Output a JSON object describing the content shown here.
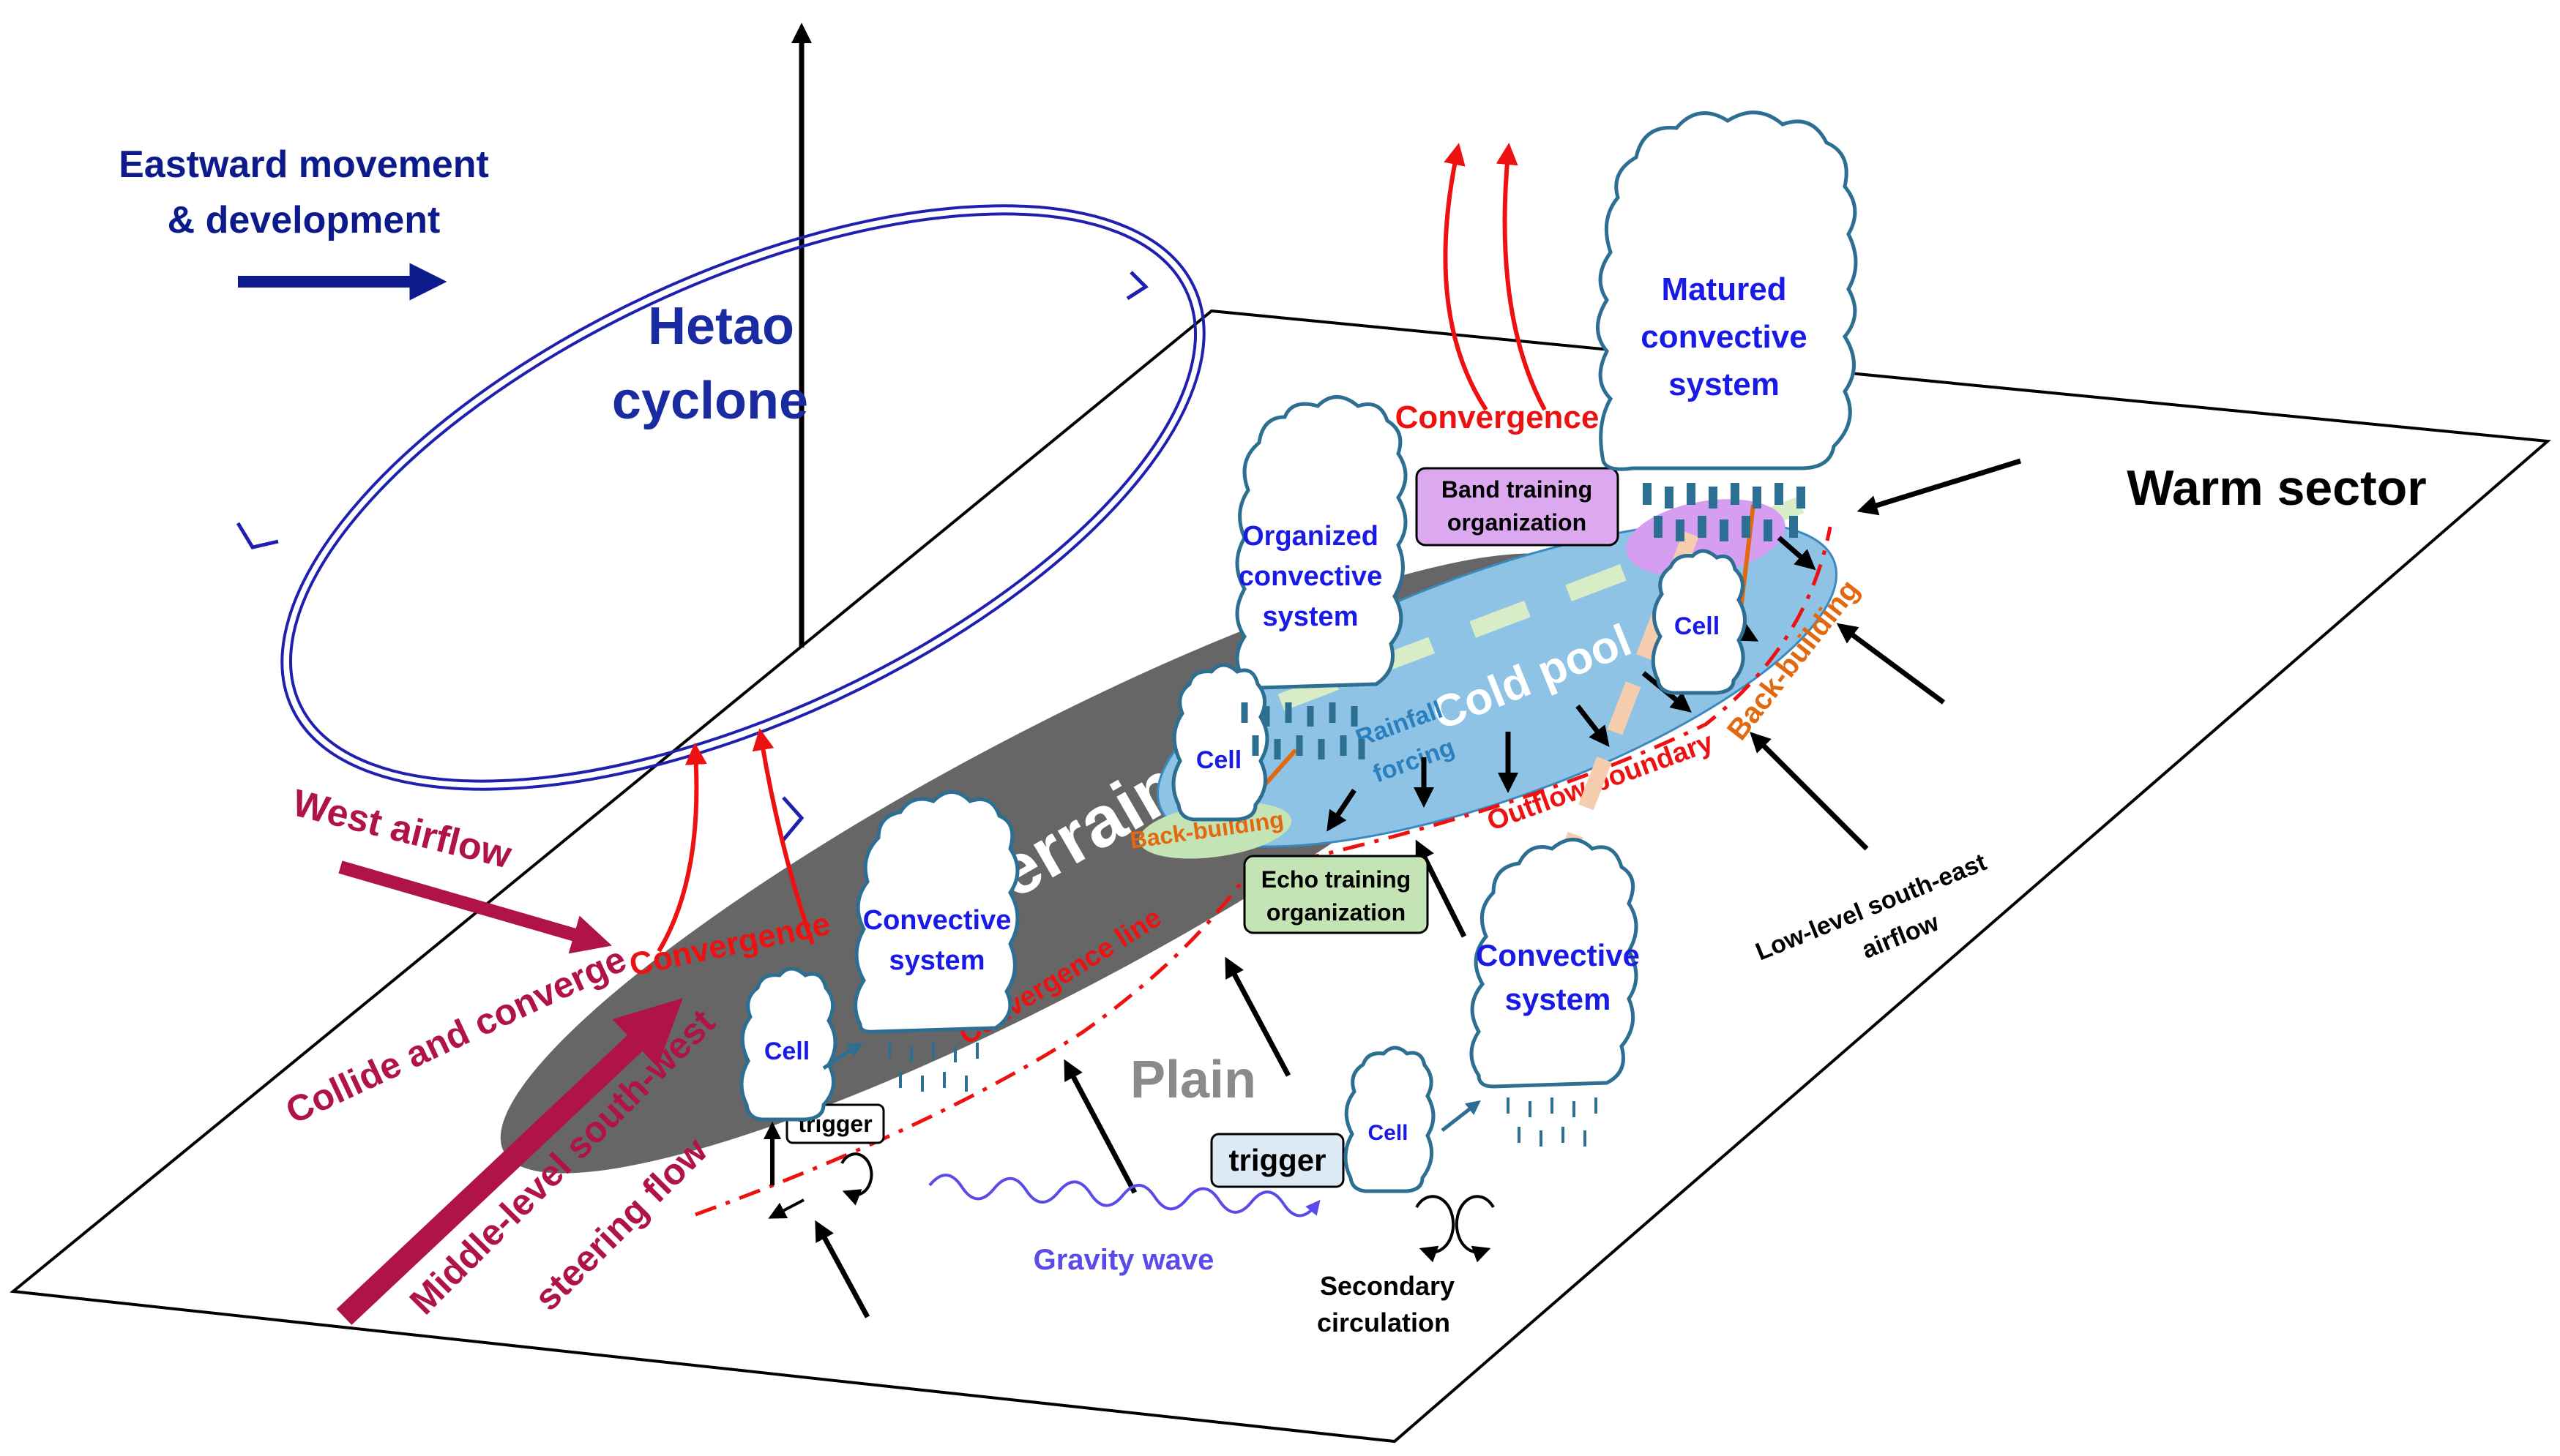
{
  "labels": {
    "eastward_line1": "Eastward movement",
    "eastward_line2": "& development",
    "hetao_line1": "Hetao",
    "hetao_line2": "cyclone",
    "warm_sector": "Warm sector",
    "west_airflow": "West airflow",
    "collide": "Collide and converge",
    "middle_line1": "Middle-level south-west",
    "middle_line2": "steering flow",
    "terrain": "Terrain",
    "plain": "Plain",
    "cold_pool": "Cold pool",
    "rainfall_line1": "Rainfall",
    "rainfall_line2": "forcing",
    "convergence_top": "Convergence",
    "convergence_left": "Convergence",
    "convergence_line": "Convergence line",
    "outflow_boundary": "Outflow   boundary",
    "back_building_left": "Back-building",
    "back_building_right": "Back-building",
    "band_training_line1": "Band training",
    "band_training_line2": "organization",
    "echo_training_line1": "Echo training",
    "echo_training_line2": "organization",
    "trigger_left": "trigger",
    "trigger_center": "trigger",
    "gravity_wave": "Gravity wave",
    "secondary_line1": "Secondary",
    "secondary_line2": "circulation",
    "low_level_line1": "Low-level south-east",
    "low_level_line2": "airflow",
    "matured_line1": "Matured",
    "matured_line2": "convective",
    "matured_line3": "system",
    "organized_line1": "Organized",
    "organized_line2": "convective",
    "organized_line3": "system",
    "convective_left_line1": "Convective",
    "convective_left_line2": "system",
    "convective_right_line1": "Convective",
    "convective_right_line2": "system",
    "cell_1": "Cell",
    "cell_2": "Cell",
    "cell_3": "Cell",
    "cell_4": "Cell"
  },
  "colors": {
    "navy": "#0d1a8c",
    "crimson": "#b0124a",
    "red": "#ee1111",
    "orange": "#e2690f",
    "cloud_outline": "#2c6f92",
    "cloud_text": "#1a1ae6",
    "terrain": "#666666",
    "cold_pool": "#8ec3e6",
    "plain_text": "#8a8a8a",
    "violet": "#5a4ae8",
    "band_box": "#dca8f0",
    "echo_box": "#c5e4b6",
    "trigger_box": "#dde9f5"
  }
}
